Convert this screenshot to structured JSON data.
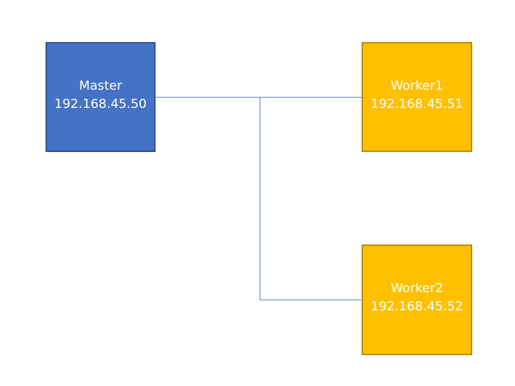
{
  "nodes": {
    "master": {
      "name": "Master",
      "ip": "192.168.45.50",
      "fill": "#4472c4",
      "border": "#2f528f"
    },
    "worker1": {
      "name": "Worker1",
      "ip": "192.168.45.51",
      "fill": "#ffc000",
      "border": "#bc8c00"
    },
    "worker2": {
      "name": "Worker2",
      "ip": "192.168.45.52",
      "fill": "#ffc000",
      "border": "#bc8c00"
    }
  },
  "connections": [
    {
      "from": "Master",
      "to": "Worker1"
    },
    {
      "from": "Master",
      "to": "Worker2"
    }
  ],
  "connector_color": "#4a7ab0"
}
